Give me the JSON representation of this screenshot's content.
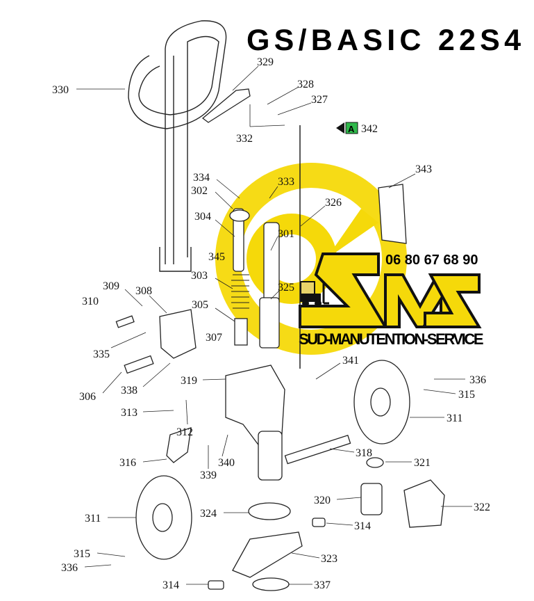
{
  "title": "GS/BASIC 22S4",
  "logo": {
    "letters": "SMS",
    "phone": "06 80 67 68 90",
    "company": "SUD-MANUTENTION-SERVICE",
    "colors": {
      "yellow": "#f5d90a",
      "outline": "#111111"
    }
  },
  "marker": {
    "letter": "A",
    "part": "342",
    "color": "#2fb84a"
  },
  "callouts": [
    "330",
    "329",
    "328",
    "327",
    "332",
    "343",
    "334",
    "333",
    "302",
    "326",
    "304",
    "301",
    "345",
    "303",
    "325",
    "309",
    "308",
    "310",
    "305",
    "307",
    "335",
    "341",
    "319",
    "336",
    "306",
    "338",
    "315",
    "313",
    "311",
    "312",
    "318",
    "316",
    "321",
    "340",
    "339",
    "320",
    "322",
    "311",
    "324",
    "314",
    "315",
    "323",
    "336",
    "314",
    "337"
  ]
}
